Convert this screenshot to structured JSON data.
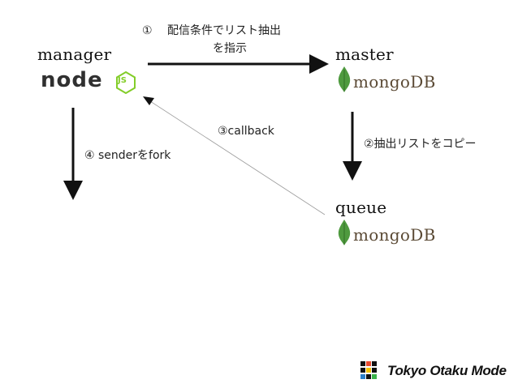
{
  "nodes": {
    "manager": {
      "title": "manager",
      "logo_text": "node",
      "logo_badge": "JS"
    },
    "master": {
      "title": "master",
      "logo_text": "mongo",
      "logo_text_2": "DB"
    },
    "queue": {
      "title": "queue",
      "logo_text": "mongo",
      "logo_text_2": "DB"
    }
  },
  "steps": {
    "step1_line1": "①　 配信条件でリスト抽出",
    "step1_line2": "を指示",
    "step2": "②抽出リストをコピー",
    "step3": "③callback",
    "step4": "④ senderをfork"
  },
  "footer": {
    "brand": "Tokyo Otaku Mode"
  },
  "icons": {
    "mongo_leaf": "leaf-icon",
    "nodejs_hex": "hexagon-icon",
    "tom_logo": "tom-logo-icon"
  },
  "colors": {
    "leaf_green": "#4f9a3f",
    "mongo_brown": "#5b4a35",
    "arrow": "#111111",
    "callback_arrow": "#9a9a9a"
  }
}
